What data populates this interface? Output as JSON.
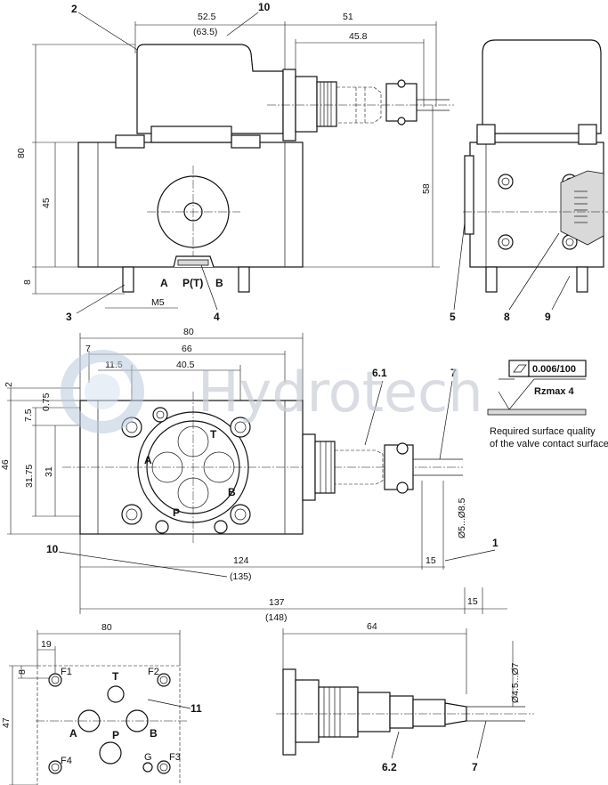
{
  "watermark": {
    "brand": "Hydrotech"
  },
  "top_view": {
    "callouts": [
      "2",
      "10",
      "3",
      "4"
    ],
    "dimensions": {
      "width_a": "52.5",
      "width_a_alt": "(63.5)",
      "connector_len": "51",
      "connector_len2": "45.8",
      "height_total": "80",
      "height_body": "45",
      "height_pin": "8",
      "conn_height": "58",
      "thread": "M5"
    },
    "ports": [
      "A",
      "P(T)",
      "B"
    ]
  },
  "side_view": {
    "callouts": [
      "5",
      "8",
      "9"
    ]
  },
  "plan_view": {
    "callouts": [
      "6.1",
      "7",
      "10",
      "1"
    ],
    "dimensions": {
      "total_w": "80",
      "w66": "66",
      "w7": "7",
      "w11_5": "11.5",
      "w40_5": "40.5",
      "h2": "2",
      "h0_75": "0.75",
      "h7_5": "7.5",
      "h46": "46",
      "h31_75": "31.75",
      "h31": "31",
      "len124": "124",
      "len124_alt": "(135)",
      "len15": "15",
      "len137": "137",
      "len137_alt": "(148)",
      "len15b": "15",
      "cable_dia": "Ø5...Ø8.5"
    },
    "ports": [
      "T",
      "A",
      "B",
      "P"
    ]
  },
  "surface": {
    "flatness": "0.006/100",
    "roughness": "Rzmax 4",
    "note_line1": "Required surface quality",
    "note_line2": "of the valve contact surface"
  },
  "port_pattern": {
    "callout": "11",
    "dimensions": {
      "w80": "80",
      "w19": "19",
      "h8": "8",
      "h47": "47"
    },
    "ports": [
      "T",
      "A",
      "P",
      "B",
      "G"
    ],
    "fixing": [
      "F1",
      "F2",
      "F3",
      "F4"
    ]
  },
  "connector_detail": {
    "callouts": [
      "6.2",
      "7"
    ],
    "dimensions": {
      "len64": "64",
      "cable_dia": "Ø4.5...Ø7"
    }
  }
}
